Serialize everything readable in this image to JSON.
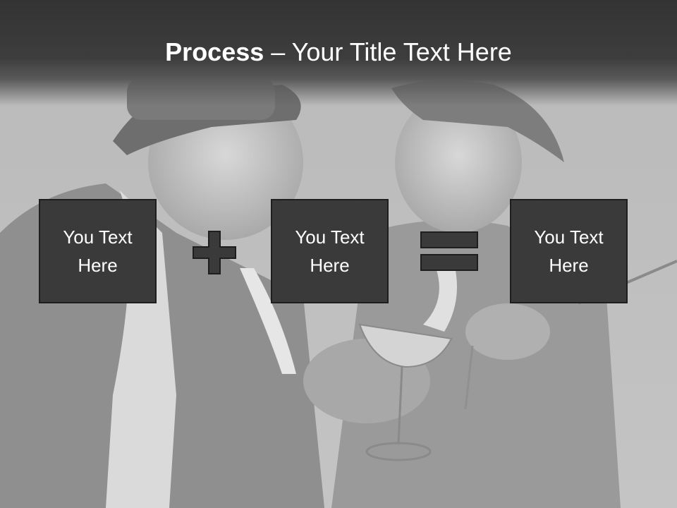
{
  "slide": {
    "title_bold": "Process",
    "title_separator": " – ",
    "title_rest": "Your Title Text Here",
    "boxes": [
      {
        "text": "You Text Here"
      },
      {
        "text": "You Text Here"
      },
      {
        "text": "You Text Here"
      }
    ],
    "operators": [
      "plus-icon",
      "equals-icon"
    ],
    "colors": {
      "title_bar": "#333333",
      "box_fill": "#3a3a3a",
      "box_border": "#1e1e1e",
      "text": "#ffffff"
    }
  }
}
